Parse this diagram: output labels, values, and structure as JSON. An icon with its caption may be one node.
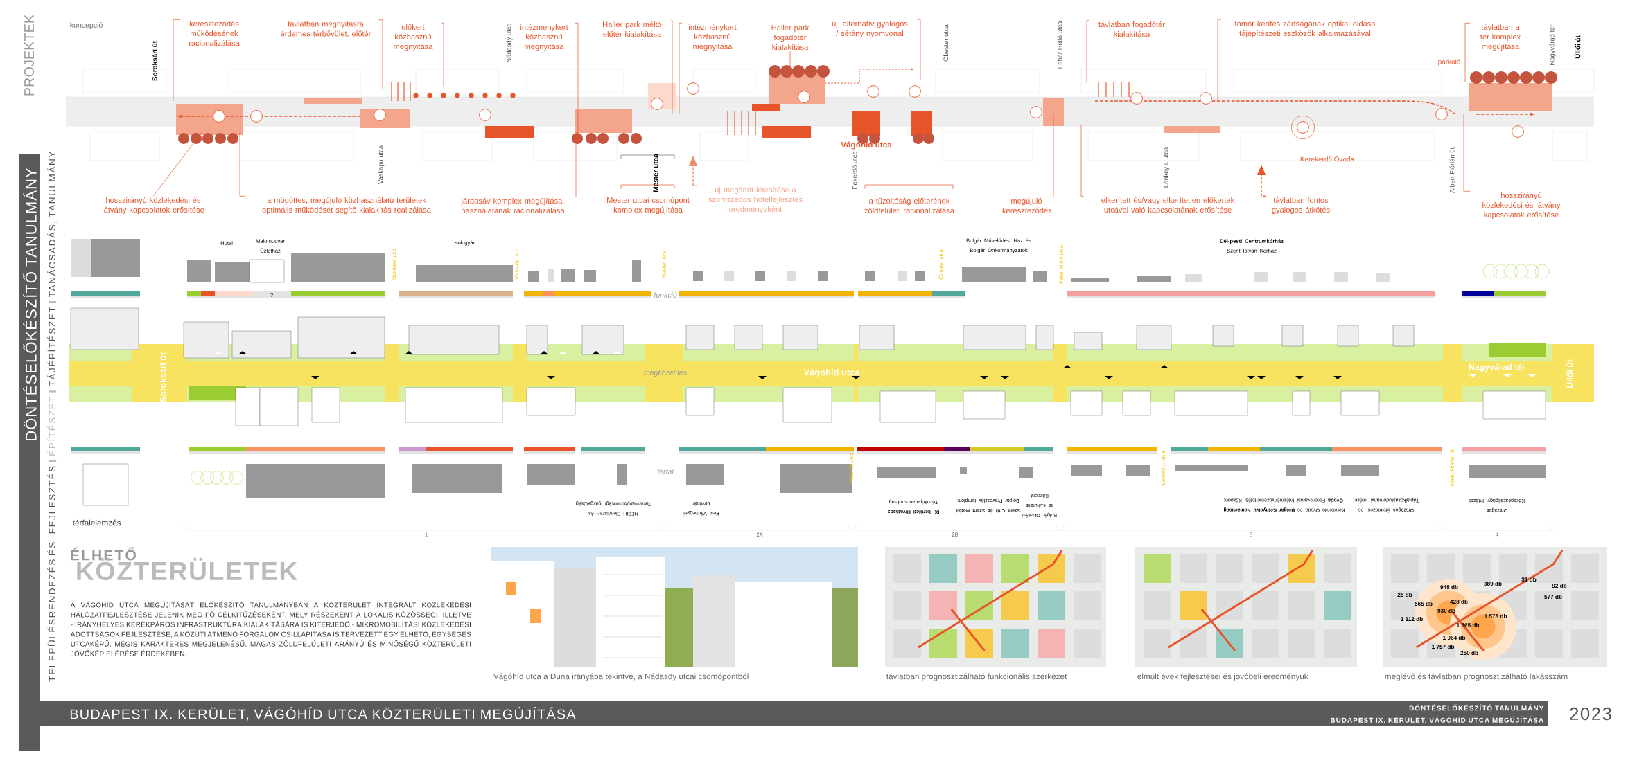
{
  "diagram": {
    "title": "BUDAPEST IX. KERÜLET, VÁGÓHÍD UTCA KÖZTERÜLETI MEGÚJÍTÁSA",
    "nodes": [
      {
        "text": [
          "kereszteződés működésének racionalizálása"
        ]
      },
      {
        "text": [
          "távlatban megnyitásra érdemes térbővület, előtér"
        ]
      },
      {
        "text": [
          "előkert közhasznú megnyitása"
        ]
      },
      {
        "text": [
          "intézménykert közhasznú megnyitása"
        ]
      },
      {
        "text": [
          "Haller park méltó előtér kialakítása"
        ]
      },
      {
        "text": [
          "intézménykert közhasznú megnyitása"
        ]
      },
      {
        "text": [
          "Haller park fogadótér kialakítása"
        ]
      },
      {
        "text": [
          "új, alternatív gyalogos / sétány nyomvonal"
        ]
      },
      {
        "text": [
          "távlatban fogadótér kialakítása"
        ]
      },
      {
        "text": [
          "tömör kerítés zártságának optikai oldása tájépítészeti eszközök alkalmazásával"
        ]
      },
      {
        "text": [
          "távlatban a tér komplex megújítása"
        ]
      },
      {
        "text": [
          "hosszirányú közlekedési és látvány kapcsolatok erősítése"
        ]
      },
      {
        "text": [
          "a mögöttes, megújuló közhasználatú területek optimális működését segítő kialakítás realizálása"
        ]
      },
      {
        "text": [
          "járdasáv komplex megújítása, használatának racionalizálása"
        ]
      },
      {
        "text": [
          "új magánút létesítése a szomszédos hotelfejlesztés eredményeként"
        ]
      },
      {
        "text": [
          "megújuló kereszteződés"
        ]
      },
      {
        "text": [
          "elkerített és/vagy elkerítetlen előkertek utcával való kapcsolatának erősítése"
        ]
      },
      {
        "text": [
          "távlatban fontos gyalogos átkötés"
        ]
      },
      {
        "text": [
          "hosszirányú közlekedési és látvány kapcsolatok erősítése"
        ]
      }
    ],
    "edges": [
      {
        "from": 0,
        "to": null,
        "arrow": "none"
      },
      {
        "from": 1,
        "to": null,
        "arrow": "none"
      },
      {
        "from": 2,
        "to": null,
        "arrow": "none"
      },
      {
        "from": 3,
        "to": null,
        "arrow": "none"
      },
      {
        "from": 4,
        "to": null,
        "arrow": "none"
      },
      {
        "from": 5,
        "to": null,
        "arrow": "none"
      },
      {
        "from": 6,
        "to": null,
        "arrow": "none"
      },
      {
        "from": 7,
        "to": null,
        "arrow": "none"
      },
      {
        "from": 8,
        "to": null,
        "arrow": "none"
      },
      {
        "from": 9,
        "to": null,
        "arrow": "none"
      },
      {
        "from": 10,
        "to": null,
        "arrow": "none"
      },
      {
        "from": 11,
        "to": null,
        "arrow": "none"
      },
      {
        "from": 12,
        "to": null,
        "arrow": "none"
      },
      {
        "from": 13,
        "to": null,
        "arrow": "none"
      },
      {
        "from": 14,
        "to": null,
        "arrow": "to",
        "style": "dashed",
        "color": "#f08a6c"
      },
      {
        "from": 15,
        "to": null,
        "arrow": "none"
      },
      {
        "from": 16,
        "to": null,
        "arrow": "none"
      },
      {
        "from": 17,
        "to": null,
        "arrow": "to",
        "style": "dashed"
      },
      {
        "from": 18,
        "to": null,
        "arrow": "none"
      }
    ],
    "labels": [
      "PROJEKTEK",
      "DÖNTÉSELŐKÉSZÍTŐ TANULMÁNY",
      "TELEPÜLÉSRENDEZÉS ÉS -FEJLESZTÉS",
      "ÉPÍTÉSZET",
      "TÁJÉPÍTÉSZET",
      "TANÁCSADÁS, TANULMÁNY",
      "koncepció",
      "Soroksári út",
      "Nádasdy utca",
      "Óbester utca",
      "Fehér Holló utca",
      "parkoló",
      "Nagyvárad tér",
      "Üllői út",
      "Vágóhíd utca",
      "Vaskapu utca",
      "Mester utca",
      "Pékerdő utca",
      "Lenkey L utca",
      "Kerekerdő Óvoda",
      "Albert Flórián út",
      "Mester utcai csomópont komplex megújítása",
      "a tűzoltóság előterének zöldfelületi racionalizálása",
      "Hotel",
      "Malomudvar Üzletház",
      "csokigyár",
      "Bolgár Művelődési Ház és Bolgár Önkormányzatok",
      "**Dél-pesti Centrumkórház** Szent István Kórház",
      "Vaskapu utca",
      "Nádasdy utca",
      "Mester utca",
      "Óbester utca",
      "Fehér Holló utca",
      "?",
      "funkció",
      "Soroksári út",
      "megközelítés",
      "Vágóhíd utca",
      "Nagyvárad tér",
      "Üllői út",
      "Pékerdő utca",
      "Lenkey J. utca",
      "Albert Flórián út",
      "térfal",
      "NÉBIH Élelmiszer- és Takarmánybiztonsági Igazgatóság",
      "Pest Vármegyei Levéltár",
      "**IX. kerületi Hivatásos** Tűzoltóparancsnokság",
      "Szent Cirill és Szent Metód Bolgár Pravoszláv templom",
      "Bolgár Oktatási és Kulturális Központ",
      "Kerekerdő Óvoda és **Bolgár Kétnyelvű Nemzetiségi Óvoda** Ferencvárosi Intézményüzemeltetési Központ",
      "Országos Élelmezés- és Táplálkozástudományi Intézet",
      "Országos Közegészségügyi Intézet",
      "térfalelemzés",
      "1",
      "2A",
      "2B",
      "3",
      "4",
      "ÉLHETŐ",
      "KÖZTERÜLETEK",
      "A VÁGÓHÍD UTCA MEGÚJÍTÁSÁT ELŐKÉSZÍTŐ TANULMÁNYBAN A KÖZTERÜLET INTEGRÁLT KÖZLEKEDÉSI HÁLÓZATFEJLESZTÉSE JELENIK MEG FŐ CÉLKITŰZÉSEKÉNT, MELY RÉSZEKÉNT A LOKÁLIS KÖZÖSSÉGI, ILLETVE - IRÁNYHELYES KERÉKPÁROS INFRASTRUKTÚRA KIALAKÍTÁSÁRA IS KITERJEDŐ - MIKROMOBILITÁSI KÖZLEKEDÉSI ADOTTSÁGOK FEJLESZTÉSE, A KÖZÚTI ÁTMENŐ FORGALOM CSILLAPÍTÁSA IS TERVEZETT EGY ÉLHETŐ, EGYSÉGES UTCAKÉPŰ, MÉGIS KARAKTERES MEGJELENÉSŰ, MAGAS ZÖLDFELÜLETI ARÁNYÚ ÉS MINŐSÉGŰ KÖZTERÜLETI JÖVŐKÉP ELÉRÉSE ÉRDEKÉBEN.",
      "Vágóhíd utca a Duna irányába tekintve, a Nádasdy utcai csomópontból",
      "távlatban prognosztizálható funkcionális szerkezet",
      "elmúlt évek fejlesztései és jövőbeli eredményük",
      "meglévő és távlatban prognosztizálható lakásszám",
      "948 db",
      "389 db",
      "31 db",
      "92 db",
      "25 db",
      "565 db",
      "428 db",
      "577 db",
      "930 db",
      "1 112 db",
      "1 565 db",
      "1 578 db",
      "1 064 db",
      "1 757 db",
      "250 db",
      "DÖNTÉSELŐKÉSZÍTŐ TANULMÁNY",
      "BUDAPEST IX. KERÜLET, VÁGÓHÍD UTCA MEGÚJÍTÁSA",
      "2023"
    ]
  }
}
